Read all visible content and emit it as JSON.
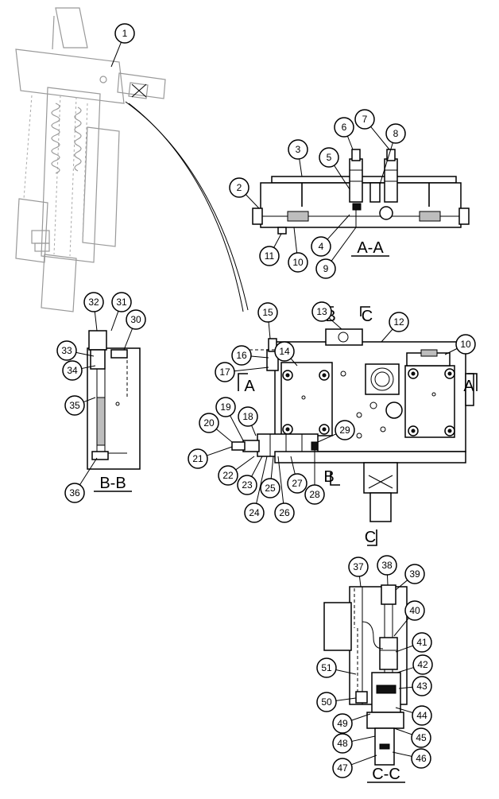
{
  "callouts": [
    "1",
    "2",
    "3",
    "4",
    "5",
    "6",
    "7",
    "8",
    "9",
    "10",
    "11",
    "12",
    "13",
    "14",
    "15",
    "16",
    "17",
    "18",
    "19",
    "20",
    "21",
    "22",
    "23",
    "24",
    "25",
    "26",
    "27",
    "28",
    "29",
    "10",
    "30",
    "31",
    "32",
    "33",
    "34",
    "35",
    "36",
    "37",
    "38",
    "39",
    "40",
    "41",
    "42",
    "43",
    "44",
    "45",
    "46",
    "47",
    "48",
    "49",
    "50",
    "51"
  ],
  "section_labels": {
    "aa": "A-A",
    "bb": "B-B",
    "cc": "C-C"
  },
  "cut_markers": {
    "a_left": "A",
    "a_right": "A",
    "b_top": "B",
    "b_bottom": "B",
    "c_top": "C",
    "c_bottom": "C"
  }
}
